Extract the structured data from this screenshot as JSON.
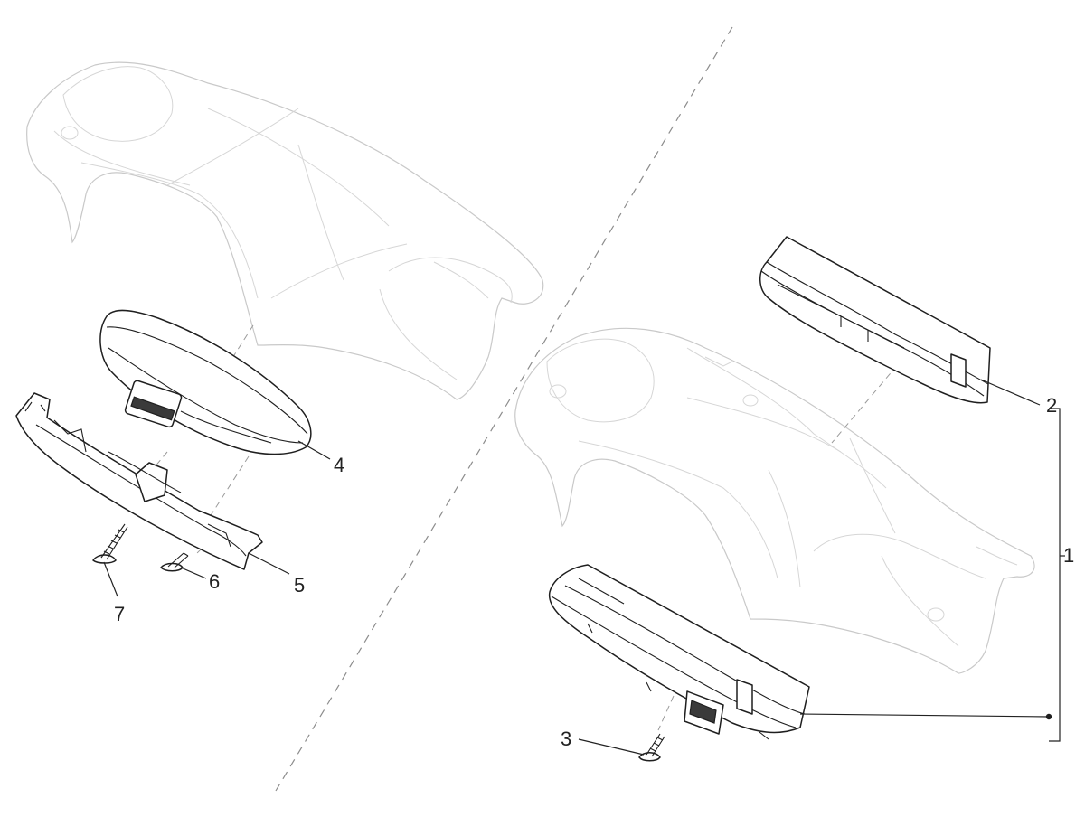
{
  "diagram": {
    "callouts": [
      {
        "id": "c1",
        "label": "1"
      },
      {
        "id": "c2",
        "label": "2"
      },
      {
        "id": "c3",
        "label": "3"
      },
      {
        "id": "c4",
        "label": "4"
      },
      {
        "id": "c5",
        "label": "5"
      },
      {
        "id": "c6",
        "label": "6"
      },
      {
        "id": "c7",
        "label": "7"
      }
    ]
  },
  "colors": {
    "line": "#1f1f1f",
    "ghost": "#c9c9c9",
    "background": "#ffffff"
  }
}
